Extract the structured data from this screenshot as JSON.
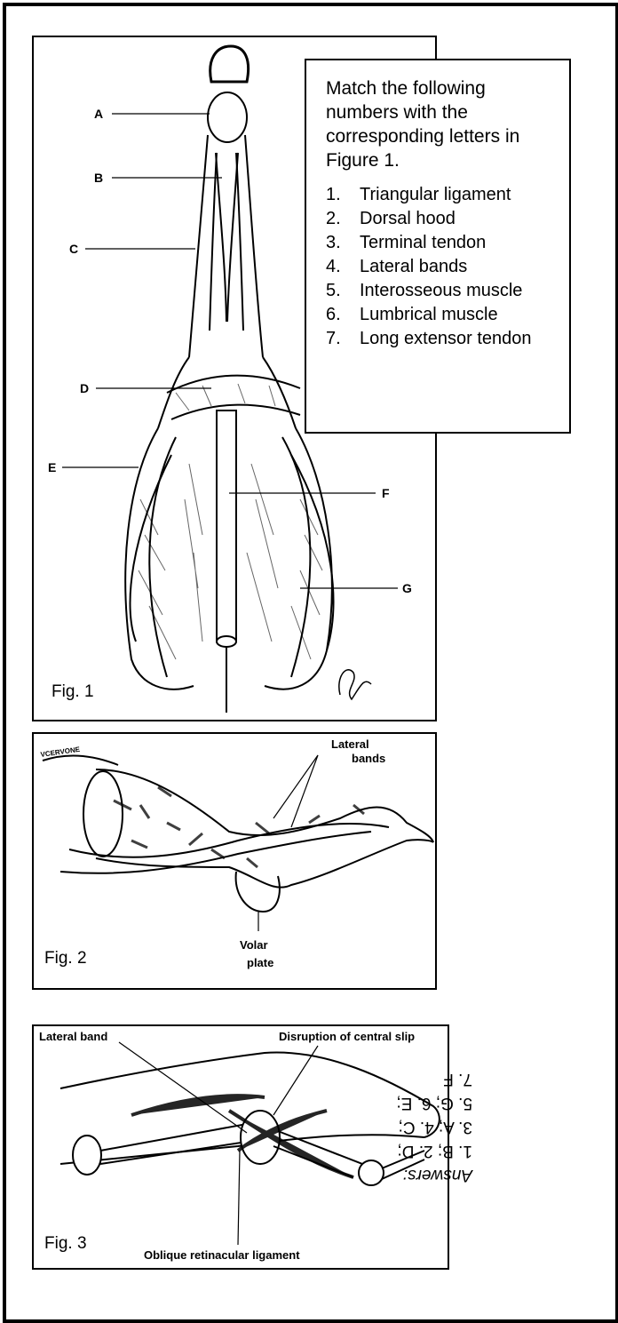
{
  "figure1": {
    "caption": "Fig. 1",
    "letters": [
      "A",
      "B",
      "C",
      "D",
      "E",
      "F",
      "G"
    ]
  },
  "quiz": {
    "instructions": "Match the following numbers with the corresponding letters in Figure 1.",
    "items": [
      {
        "num": "1.",
        "text": "Triangular ligament"
      },
      {
        "num": "2.",
        "text": "Dorsal hood"
      },
      {
        "num": "3.",
        "text": "Terminal tendon"
      },
      {
        "num": "4.",
        "text": "Lateral bands"
      },
      {
        "num": "5.",
        "text": "Interosseous muscle"
      },
      {
        "num": "6.",
        "text": "Lumbrical muscle"
      },
      {
        "num": "7.",
        "text": "Long extensor tendon"
      }
    ]
  },
  "figure2": {
    "caption": "Fig. 2",
    "label_top_line1": "Lateral",
    "label_top_line2": "bands",
    "label_bottom_line1": "Volar",
    "label_bottom_line2": "plate"
  },
  "figure3": {
    "caption": "Fig. 3",
    "label_left": "Lateral band",
    "label_right": "Disruption of central slip",
    "label_bottom": "Oblique retinacular ligament"
  },
  "answers": {
    "header": "Answers:",
    "lines": [
      "1. B; 2. D;",
      "3. A; 4. C;",
      "5. G; 6. E;",
      "7. F"
    ]
  }
}
